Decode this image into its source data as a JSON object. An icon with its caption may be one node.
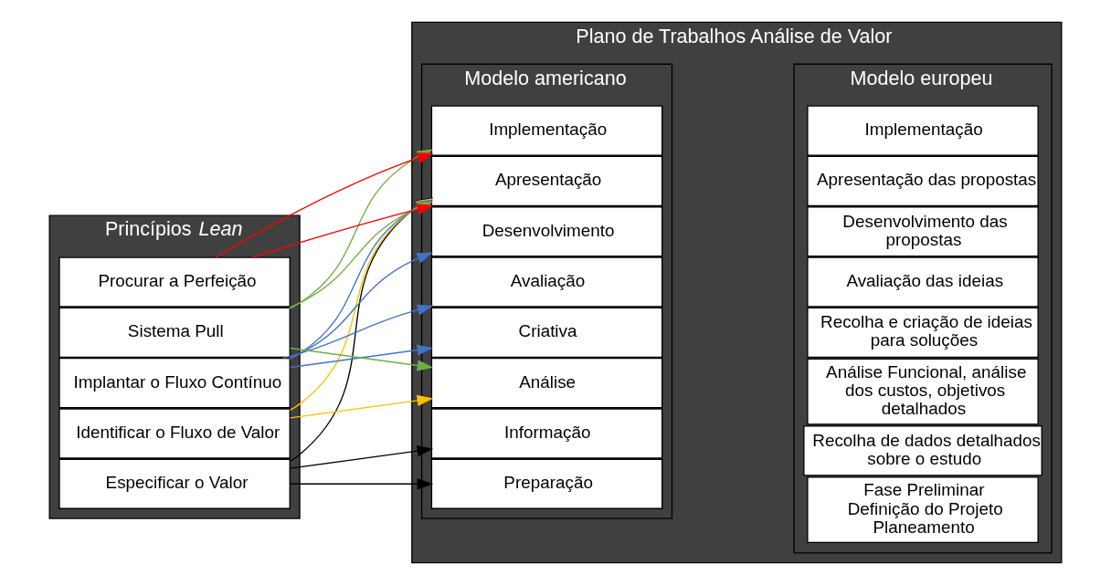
{
  "diagram": {
    "nodes": [
      {
        "text": [
          "Princípios *Lean*"
        ]
      },
      {
        "text": [
          "Especificar o Valor"
        ],
        "in": 0
      },
      {
        "text": [
          "Identificar o Fluxo de Valor"
        ],
        "in": 0
      },
      {
        "text": [
          "Implantar o Fluxo Contínuo"
        ],
        "in": 0
      },
      {
        "text": [
          "Sistema Pull"
        ],
        "in": 0
      },
      {
        "text": [
          "Procurar a Perfeição"
        ],
        "in": 0
      },
      {
        "text": [
          "Plano de Trabalhos Análise de Valor"
        ]
      },
      {
        "text": [
          "Modelo americano"
        ],
        "in": 6
      },
      {
        "text": [
          "Preparação"
        ],
        "in": 7
      },
      {
        "text": [
          "Informação"
        ],
        "in": 7
      },
      {
        "text": [
          "Análise"
        ],
        "in": 7
      },
      {
        "text": [
          "Criativa"
        ],
        "in": 7
      },
      {
        "text": [
          "Avaliação"
        ],
        "in": 7
      },
      {
        "text": [
          "Desenvolvimento"
        ],
        "in": 7
      },
      {
        "text": [
          "Apresentação"
        ],
        "in": 7
      },
      {
        "text": [
          "Implementação"
        ],
        "in": 7
      },
      {
        "text": [
          "Modelo europeu"
        ],
        "in": 6
      },
      {
        "text": [
          "Fase Preliminar",
          "Definição do Projeto",
          "Planeamento"
        ],
        "in": 16
      },
      {
        "text": [
          "Recolha de dados detalhados sobre o estudo"
        ],
        "in": 16
      },
      {
        "text": [
          "Análise Funcional, análise dos custos, objetivos detalhados"
        ],
        "in": 16
      },
      {
        "text": [
          "Recolha e criação de ideias para soluções"
        ],
        "in": 16
      },
      {
        "text": [
          "Avaliação das ideias"
        ],
        "in": 16
      },
      {
        "text": [
          "Desenvolvimento das propostas"
        ],
        "in": 16
      },
      {
        "text": [
          "Apresentação das propostas"
        ],
        "in": 16
      },
      {
        "text": [
          "Implementação"
        ],
        "in": 16
      }
    ],
    "edges": [
      {
        "from": 1,
        "to": 8,
        "arrow": "to",
        "color": "#000000"
      },
      {
        "from": 1,
        "to": 9,
        "arrow": "to",
        "color": "#000000"
      },
      {
        "from": 1,
        "to": 14,
        "arrow": "to",
        "color": "#000000"
      },
      {
        "from": 2,
        "to": 10,
        "arrow": "to",
        "color": "#ffc000"
      },
      {
        "from": 2,
        "to": 14,
        "arrow": "to",
        "color": "#ffc000"
      },
      {
        "from": 3,
        "to": 11,
        "arrow": "to",
        "color": "#4472c4"
      },
      {
        "from": 3,
        "to": 12,
        "arrow": "to",
        "color": "#4472c4"
      },
      {
        "from": 3,
        "to": 13,
        "arrow": "to",
        "color": "#4472c4"
      },
      {
        "from": 3,
        "to": 14,
        "arrow": "to",
        "color": "#4472c4"
      },
      {
        "from": 4,
        "to": 10,
        "arrow": "to",
        "color": "#70ad47"
      },
      {
        "from": 4,
        "to": 14,
        "arrow": "to",
        "color": "#70ad47"
      },
      {
        "from": 4,
        "to": 15,
        "arrow": "to",
        "color": "#70ad47"
      },
      {
        "from": 5,
        "to": 14,
        "arrow": "to",
        "color": "#ff0000"
      },
      {
        "from": 5,
        "to": 15,
        "arrow": "to",
        "color": "#ff0000"
      }
    ]
  }
}
